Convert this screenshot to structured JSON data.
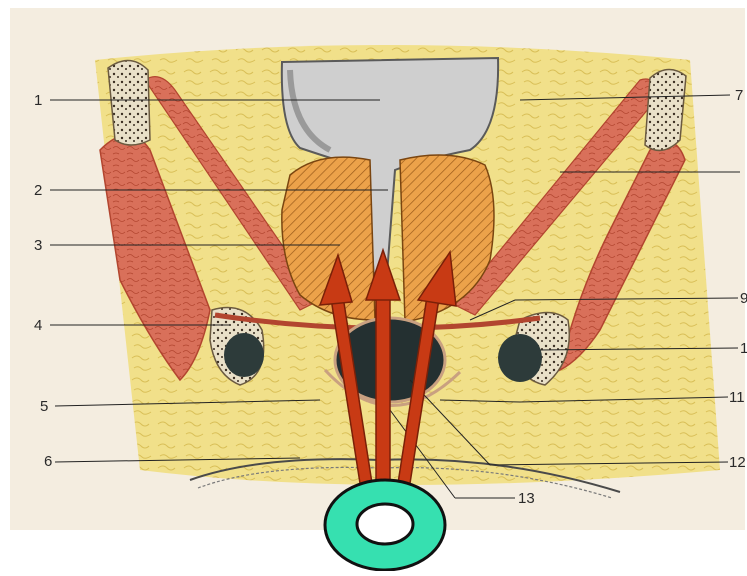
{
  "colors": {
    "background": "#ffffff",
    "paper": "#f4ede0",
    "fat": "#f1e08a",
    "fat_pattern": "#d9bf57",
    "muscle": "#d9705a",
    "muscle_dark": "#b2452f",
    "bone": "#e9e0c8",
    "bone_speckle": "#3a2e22",
    "prostate": "#eca24a",
    "prostate_hatch": "#9b5b1a",
    "bladder": "#cfcfcf",
    "bladder_dark": "#9a9a9a",
    "rectum": "#243031",
    "arrow": "#c83a14",
    "arrow_edge": "#7a2008",
    "ring": "#36e0b0",
    "ring_edge": "#111111",
    "leader": "#222222"
  },
  "labels": [
    {
      "id": "1",
      "text": "1"
    },
    {
      "id": "2",
      "text": "2"
    },
    {
      "id": "3",
      "text": "3"
    },
    {
      "id": "4",
      "text": "4"
    },
    {
      "id": "5",
      "text": "5"
    },
    {
      "id": "6",
      "text": "6"
    },
    {
      "id": "7",
      "text": "7"
    },
    {
      "id": "9",
      "text": "9"
    },
    {
      "id": "10",
      "text": "1"
    },
    {
      "id": "11",
      "text": "11"
    },
    {
      "id": "12",
      "text": "12"
    },
    {
      "id": "13",
      "text": "13"
    }
  ],
  "arrows": {
    "count": 3,
    "direction": "up"
  },
  "probe": {
    "shape": "ring"
  }
}
